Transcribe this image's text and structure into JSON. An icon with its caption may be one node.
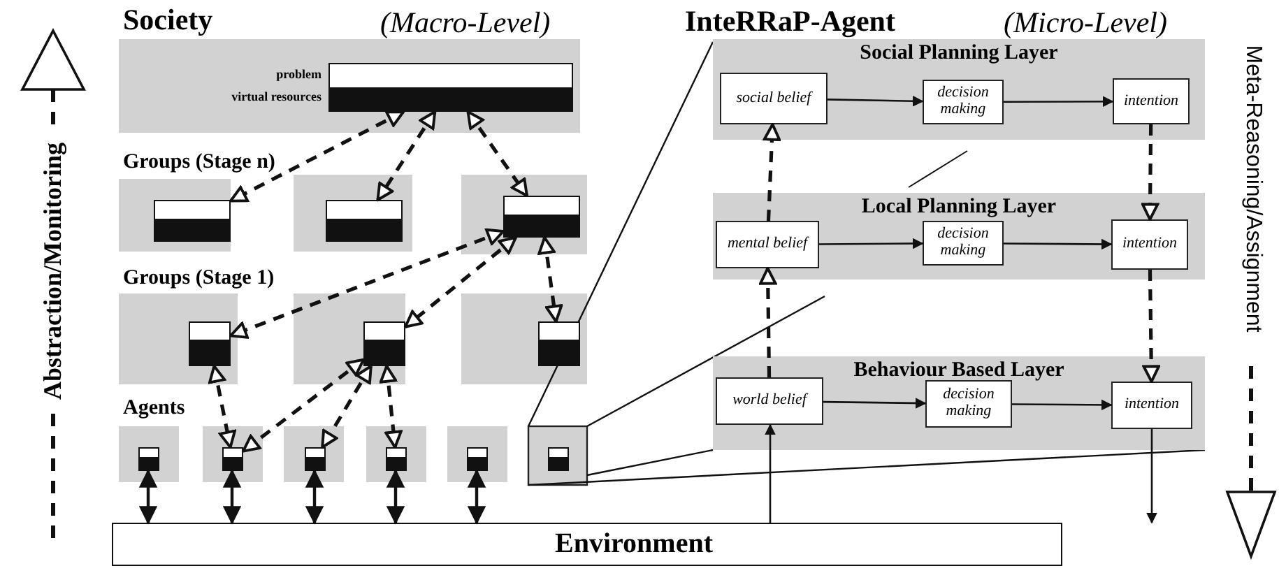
{
  "diagram": {
    "nodes": [
      {
        "text": [],
        "shape": "bar",
        "beside": [
          "problem",
          "virtual resources"
        ]
      },
      {
        "text": [],
        "shape": "bar"
      },
      {
        "text": [],
        "shape": "bar"
      },
      {
        "text": [],
        "shape": "bar"
      },
      {
        "text": [],
        "shape": "bar"
      },
      {
        "text": [],
        "shape": "bar"
      },
      {
        "text": [],
        "shape": "bar"
      },
      {
        "text": [],
        "shape": "bar"
      },
      {
        "text": [],
        "shape": "bar"
      },
      {
        "text": [],
        "shape": "bar"
      },
      {
        "text": [],
        "shape": "bar"
      },
      {
        "text": [],
        "shape": "bar"
      },
      {
        "text": [],
        "shape": "bar"
      },
      {
        "text": [
          "Environment"
        ]
      },
      {
        "text": [
          "Social Planning Layer"
        ]
      },
      {
        "text": [
          "social belief"
        ],
        "in": 14
      },
      {
        "text": [
          "decision making"
        ],
        "in": 14
      },
      {
        "text": [
          "intention"
        ],
        "in": 14
      },
      {
        "text": [
          "Local Planning Layer"
        ]
      },
      {
        "text": [
          "mental belief"
        ],
        "in": 18
      },
      {
        "text": [
          "decision making"
        ],
        "in": 18
      },
      {
        "text": [
          "intention"
        ],
        "in": 18
      },
      {
        "text": [
          "Behaviour Based Layer"
        ]
      },
      {
        "text": [
          "world belief"
        ],
        "in": 22
      },
      {
        "text": [
          "decision making"
        ],
        "in": 22
      },
      {
        "text": [
          "intention"
        ],
        "in": 22
      }
    ],
    "edges": [
      {
        "from": 0,
        "to": 1,
        "arrow": "both",
        "style": "dashed"
      },
      {
        "from": 0,
        "to": 2,
        "arrow": "both",
        "style": "dashed"
      },
      {
        "from": 0,
        "to": 3,
        "arrow": "both",
        "style": "dashed"
      },
      {
        "from": 3,
        "to": 4,
        "arrow": "both",
        "style": "dashed"
      },
      {
        "from": 3,
        "to": 5,
        "arrow": "both",
        "style": "dashed"
      },
      {
        "from": 3,
        "to": 6,
        "arrow": "both",
        "style": "dashed"
      },
      {
        "from": 4,
        "to": 8,
        "arrow": "both",
        "style": "dashed"
      },
      {
        "from": 5,
        "to": 8,
        "arrow": "both",
        "style": "dashed"
      },
      {
        "from": 5,
        "to": 9,
        "arrow": "both",
        "style": "dashed"
      },
      {
        "from": 5,
        "to": 10,
        "arrow": "both",
        "style": "dashed"
      },
      {
        "from": 7,
        "to": 13,
        "arrow": "both"
      },
      {
        "from": 8,
        "to": 13,
        "arrow": "both"
      },
      {
        "from": 9,
        "to": 13,
        "arrow": "both"
      },
      {
        "from": 10,
        "to": 13,
        "arrow": "both"
      },
      {
        "from": 11,
        "to": 13,
        "arrow": "both"
      },
      {
        "from": 15,
        "to": 16,
        "arrow": "to"
      },
      {
        "from": 16,
        "to": 17,
        "arrow": "to"
      },
      {
        "from": 19,
        "to": 20,
        "arrow": "to"
      },
      {
        "from": 20,
        "to": 21,
        "arrow": "to"
      },
      {
        "from": 23,
        "to": 24,
        "arrow": "to"
      },
      {
        "from": 24,
        "to": 25,
        "arrow": "to"
      },
      {
        "from": 19,
        "to": 15,
        "arrow": "to",
        "style": "dashed"
      },
      {
        "from": 23,
        "to": 19,
        "arrow": "to",
        "style": "dashed"
      },
      {
        "from": 17,
        "to": 21,
        "arrow": "to",
        "style": "dashed"
      },
      {
        "from": 21,
        "to": 25,
        "arrow": "to",
        "style": "dashed"
      },
      {
        "from": 13,
        "to": 23,
        "arrow": "to"
      },
      {
        "from": 25,
        "to": 13,
        "arrow": "to"
      }
    ],
    "labels": [
      "Society",
      "(Macro-Level)",
      "Groups (Stage n)",
      "Groups (Stage 1)",
      "Agents",
      "InteRRaP-Agent",
      "(Micro-Level)",
      "Abstraction/Monitoring",
      "Meta-Reasoning/Assignment"
    ]
  }
}
